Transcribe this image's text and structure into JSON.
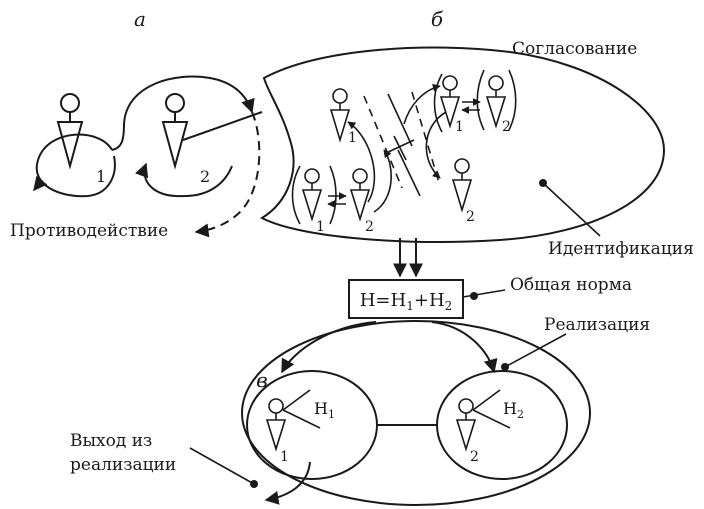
{
  "panels": {
    "a": "а",
    "b": "б",
    "v": "в"
  },
  "labels": {
    "soglasovanie": "Согласование",
    "protivodeystvie": "Противодействие",
    "identifikatsiya": "Идентификация",
    "obshchaya_norma": "Общая норма",
    "realizatsiya": "Реализация",
    "vyhod_line1": "Выход из",
    "vyhod_line2": "реализации"
  },
  "norm_box": {
    "h": "Н",
    "eq": "=",
    "plus": "+",
    "sub1": "1",
    "sub2": "2"
  },
  "h1": {
    "letter": "Н",
    "sub": "1"
  },
  "h2": {
    "letter": "Н",
    "sub": "2"
  },
  "persons": {
    "one": "1",
    "two": "2"
  }
}
